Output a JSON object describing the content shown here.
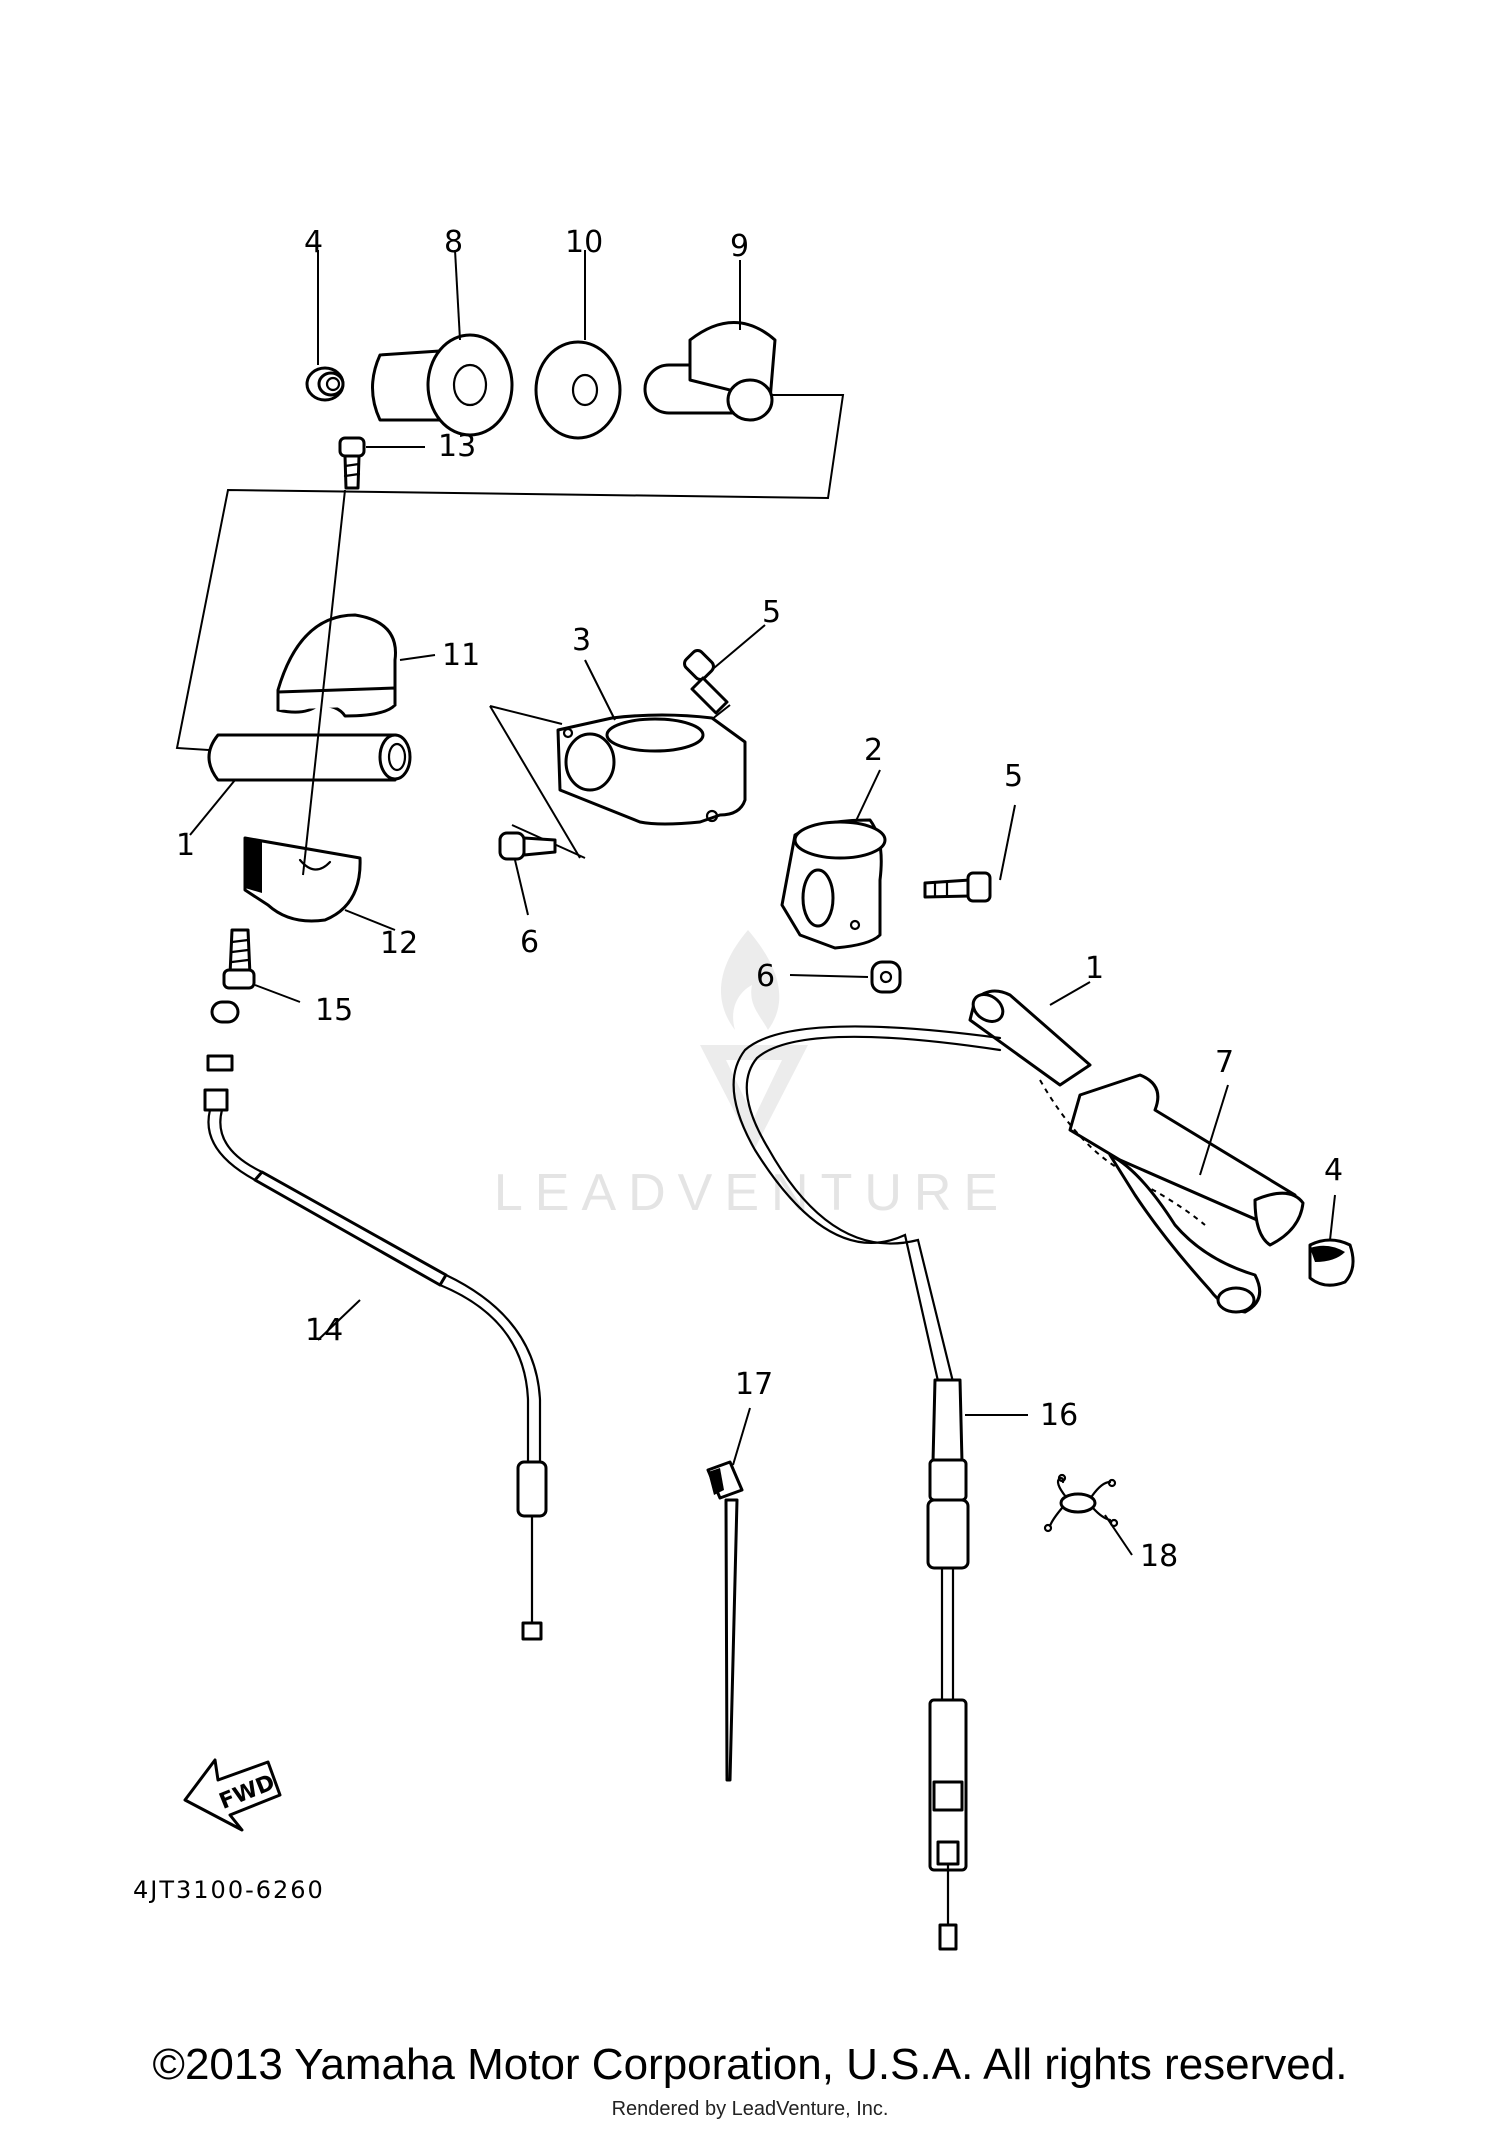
{
  "watermark": {
    "text": "LEADVENTURE"
  },
  "callouts": {
    "p4a": "4",
    "p8": "8",
    "p10": "10",
    "p9": "9",
    "p13": "13",
    "p11": "11",
    "p3": "3",
    "p5a": "5",
    "p1a": "1",
    "p12": "12",
    "p6a": "6",
    "p2": "2",
    "p5b": "5",
    "p6b": "6",
    "p1b": "1",
    "p7": "7",
    "p4b": "4",
    "p15": "15",
    "p14": "14",
    "p17": "17",
    "p16": "16",
    "p18": "18"
  },
  "diagram_code": "4JT3100-6260",
  "fwd_label": "FWD",
  "footer": {
    "copyright": "©2013 Yamaha Motor Corporation, U.S.A. All rights reserved.",
    "rendered_by": "Rendered by LeadVenture, Inc."
  }
}
